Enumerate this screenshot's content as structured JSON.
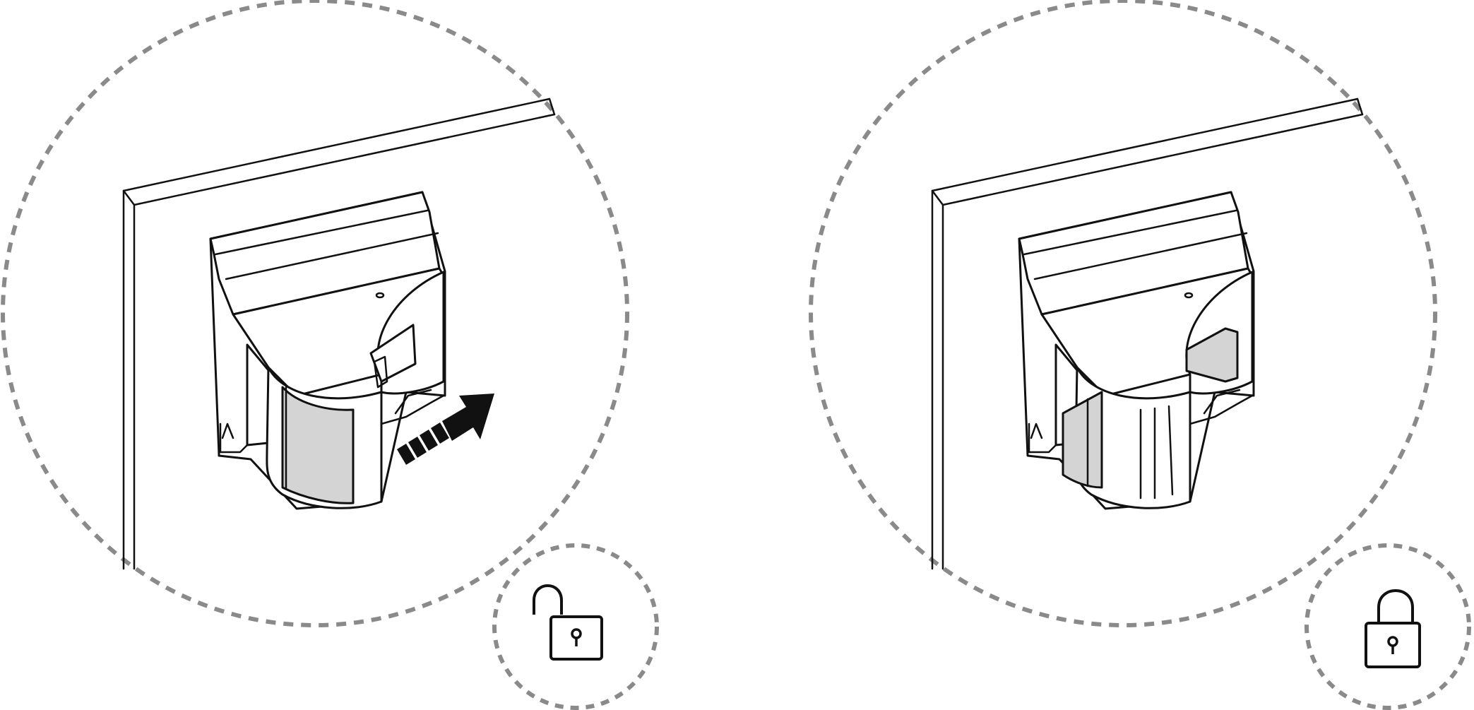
{
  "panels": [
    {
      "state": "unlocked",
      "icon": "unlocked-padlock-icon",
      "slider": "slide-direction-arrow"
    },
    {
      "state": "locked",
      "icon": "locked-padlock-icon"
    }
  ],
  "colors": {
    "line": "#111111",
    "dashed_circle": "#8a8a8a",
    "shutter_fill": "#d4d4d4",
    "background": "#ffffff"
  }
}
